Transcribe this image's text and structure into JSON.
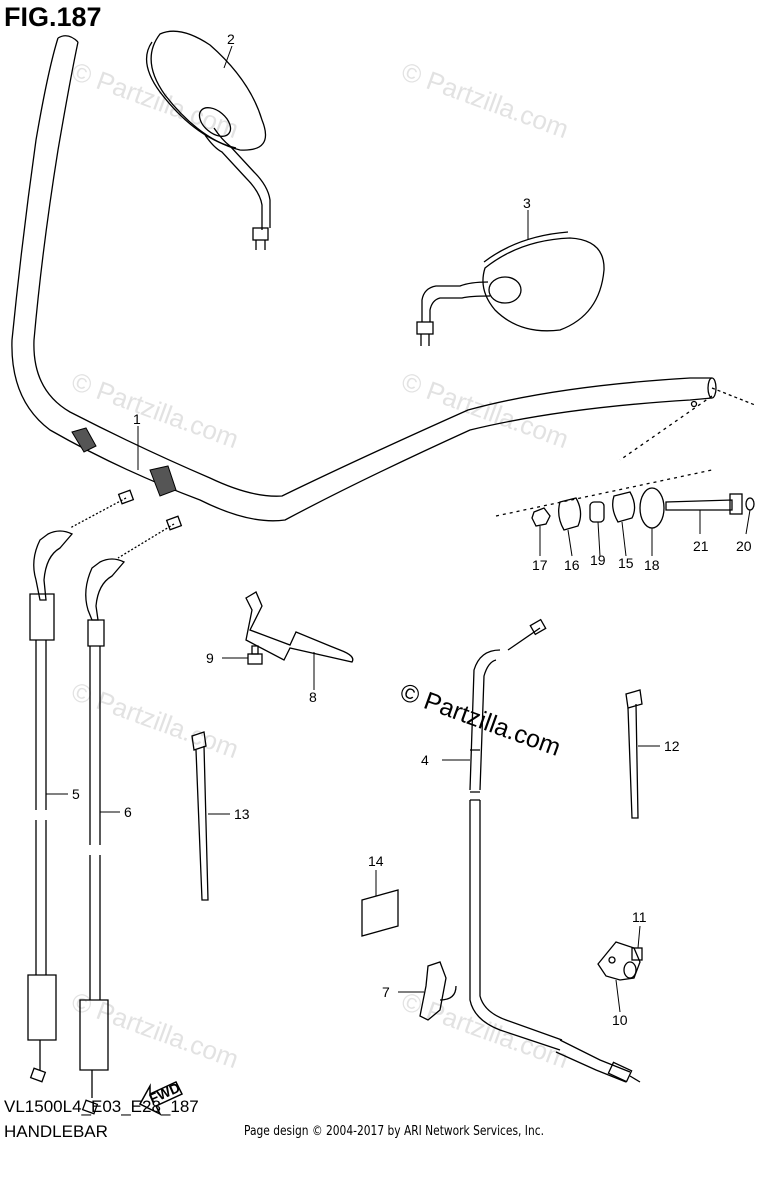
{
  "figure": {
    "title": "FIG.187",
    "model_code": "VL1500L4_E03_E28_187",
    "section_name": "HANDLEBAR",
    "credit": "Page design © 2004-2017 by ARI Network Services, Inc.",
    "watermark": "© Partzilla.com",
    "fwd_label": "FWD"
  },
  "callouts": [
    "1",
    "2",
    "3",
    "4",
    "5",
    "6",
    "7",
    "8",
    "9",
    "10",
    "11",
    "12",
    "13",
    "14",
    "15",
    "16",
    "17",
    "18",
    "19",
    "20",
    "21"
  ],
  "parts": [
    {
      "number": "1",
      "icon": "handlebar"
    },
    {
      "number": "2",
      "icon": "mirror-left"
    },
    {
      "number": "3",
      "icon": "mirror-right"
    },
    {
      "number": "4",
      "icon": "clutch-cable"
    },
    {
      "number": "5",
      "icon": "throttle-cable-pull"
    },
    {
      "number": "6",
      "icon": "throttle-cable-return"
    },
    {
      "number": "7",
      "icon": "cable-clamp"
    },
    {
      "number": "8",
      "icon": "cable-guide"
    },
    {
      "number": "9",
      "icon": "bolt"
    },
    {
      "number": "10",
      "icon": "clamp-bracket"
    },
    {
      "number": "11",
      "icon": "bolt"
    },
    {
      "number": "12",
      "icon": "cable-tie"
    },
    {
      "number": "13",
      "icon": "cable-tie"
    },
    {
      "number": "14",
      "icon": "label"
    },
    {
      "number": "15",
      "icon": "cushion"
    },
    {
      "number": "16",
      "icon": "cushion"
    },
    {
      "number": "17",
      "icon": "nut"
    },
    {
      "number": "18",
      "icon": "washer"
    },
    {
      "number": "19",
      "icon": "spacer"
    },
    {
      "number": "20",
      "icon": "washer"
    },
    {
      "number": "21",
      "icon": "bolt"
    }
  ]
}
